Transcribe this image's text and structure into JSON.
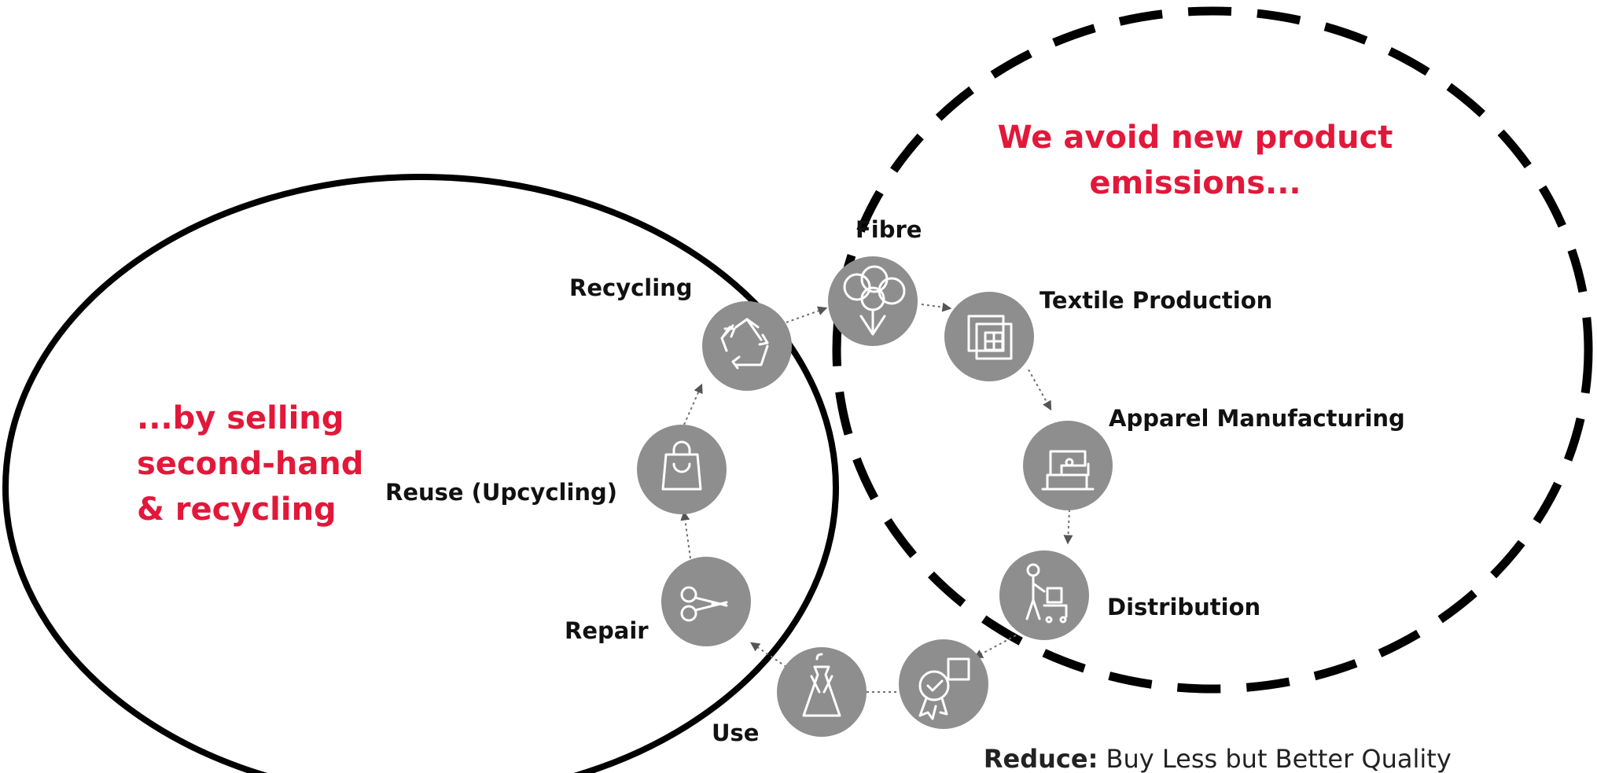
{
  "headline_right": {
    "line1": "We avoid new product",
    "line2": "emissions..."
  },
  "headline_left": {
    "line1": "...by selling",
    "line2": "second-hand",
    "line3": "& recycling"
  },
  "stages": {
    "fibre": "Fibre",
    "textile_production": "Textile Production",
    "apparel_manufacturing": "Apparel Manufacturing",
    "distribution": "Distribution",
    "use": "Use",
    "repair": "Repair",
    "reuse": "Reuse (Upcycling)",
    "recycling": "Recycling"
  },
  "reduce": {
    "label": "Reduce:",
    "text": " Buy Less but Better Quality"
  },
  "colors": {
    "accent_red": "#e2183a",
    "node_gray": "#8e8e8e"
  },
  "icons": {
    "fibre": "cotton-plant-icon",
    "textile_production": "fabric-swatch-icon",
    "apparel_manufacturing": "sewing-machine-icon",
    "distribution": "delivery-worker-icon",
    "quality": "quality-badge-icon",
    "use": "dress-icon",
    "repair": "scissors-icon",
    "reuse": "shopping-bag-icon",
    "recycling": "recycle-icon"
  }
}
